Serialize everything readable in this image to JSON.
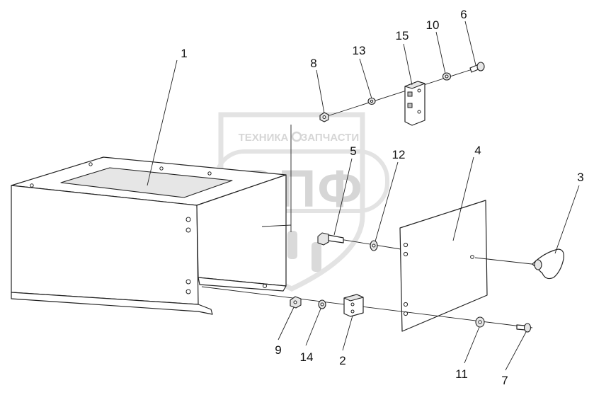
{
  "watermark": {
    "top_left": "ТЕХНИКА",
    "top_right": "ЗАПЧАСТИ",
    "big": "ЭПФ",
    "colors": {
      "fill": "#d2d2d2",
      "outline": "#e2e2e2"
    }
  },
  "callouts": [
    {
      "id": "c1",
      "label": "1"
    },
    {
      "id": "c2",
      "label": "2"
    },
    {
      "id": "c3",
      "label": "3"
    },
    {
      "id": "c4",
      "label": "4"
    },
    {
      "id": "c5",
      "label": "5"
    },
    {
      "id": "c6",
      "label": "6"
    },
    {
      "id": "c7",
      "label": "7"
    },
    {
      "id": "c8",
      "label": "8"
    },
    {
      "id": "c9",
      "label": "9"
    },
    {
      "id": "c10",
      "label": "10"
    },
    {
      "id": "c11",
      "label": "11"
    },
    {
      "id": "c12",
      "label": "12"
    },
    {
      "id": "c13",
      "label": "13"
    },
    {
      "id": "c14",
      "label": "14"
    },
    {
      "id": "c15",
      "label": "15"
    }
  ]
}
